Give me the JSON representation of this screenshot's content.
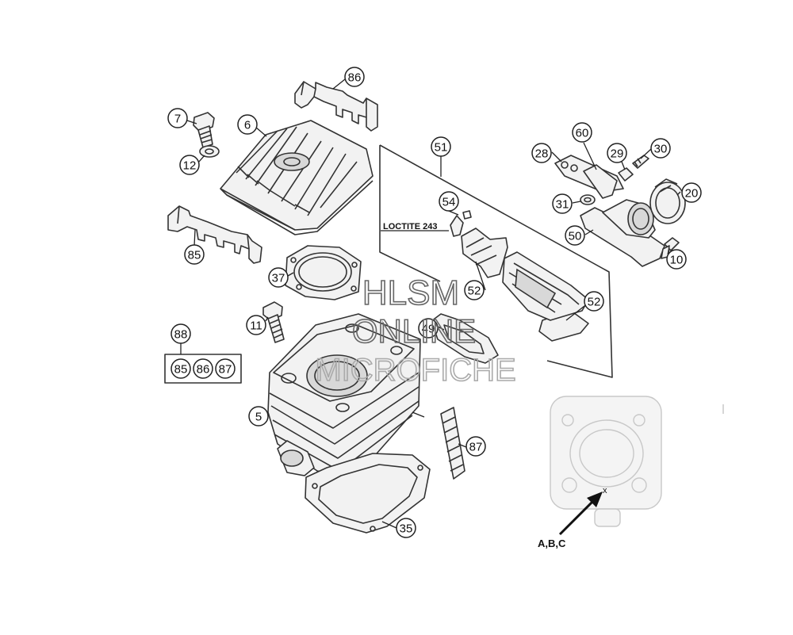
{
  "callouts": [
    {
      "id": "c7",
      "label": "7"
    },
    {
      "id": "c6",
      "label": "6"
    },
    {
      "id": "c86",
      "label": "86"
    },
    {
      "id": "c12",
      "label": "12"
    },
    {
      "id": "c85",
      "label": "85"
    },
    {
      "id": "c37",
      "label": "37"
    },
    {
      "id": "c11",
      "label": "11"
    },
    {
      "id": "c88",
      "label": "88"
    },
    {
      "id": "c85b",
      "label": "85"
    },
    {
      "id": "c86b",
      "label": "86"
    },
    {
      "id": "c87b",
      "label": "87"
    },
    {
      "id": "c5",
      "label": "5"
    },
    {
      "id": "c35",
      "label": "35"
    },
    {
      "id": "c87",
      "label": "87"
    },
    {
      "id": "c51",
      "label": "51"
    },
    {
      "id": "c54",
      "label": "54"
    },
    {
      "id": "c52a",
      "label": "52"
    },
    {
      "id": "c49",
      "label": "49"
    },
    {
      "id": "c52b",
      "label": "52"
    },
    {
      "id": "c28",
      "label": "28"
    },
    {
      "id": "c60",
      "label": "60"
    },
    {
      "id": "c29",
      "label": "29"
    },
    {
      "id": "c30",
      "label": "30"
    },
    {
      "id": "c20",
      "label": "20"
    },
    {
      "id": "c31",
      "label": "31"
    },
    {
      "id": "c50",
      "label": "50"
    },
    {
      "id": "c10",
      "label": "10"
    }
  ],
  "labels": {
    "loctite": "LOCTITE 243",
    "detail_marker": "x",
    "detail_ref": "A,B,C"
  },
  "watermark": {
    "line1": "HLSM",
    "line2": "ONLINE",
    "line3": "MICROFICHE"
  }
}
